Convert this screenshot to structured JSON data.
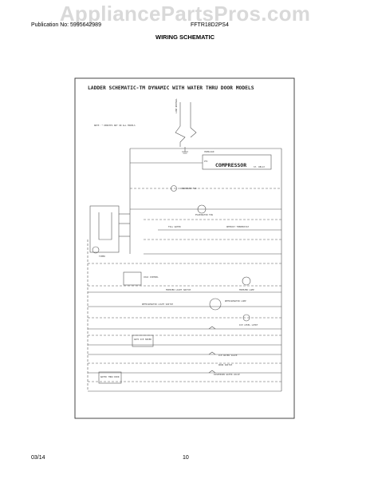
{
  "watermark": "AppliancePartsPros.com",
  "header": {
    "publication": "Publication No: 5995642989",
    "model": "FFTR18D2PS4",
    "sheet_title": "WIRING SCHEMATIC"
  },
  "schematic": {
    "title": "LADDER SCHEMATIC-TM DYNAMIC WITH WATER THRU DOOR MODELS",
    "labels": {
      "line_neutral": "LINE NEUTRAL",
      "note": "NOTE: * DENOTES NOT ON ALL MODELS",
      "overload": "OVERLOAD",
      "ptc": "PTC",
      "compressor": "COMPRESSOR",
      "start_relay": "ST. RELAY",
      "condenser_fan": "CONDENSER FAN",
      "evaporator_fan": "EVAPORATOR FAN",
      "fill_water": "FILL WATER",
      "defrost_thermostat": "DEFROST THERMOSTAT",
      "timer": "TIMER",
      "cold_control": "COLD CONTROL",
      "freezer_light_switch": "FREEZER LIGHT SWITCH",
      "freezer_lamp": "FREEZER LAMP",
      "refrigerator_light_switch": "REFRIGERATOR LIGHT SWITCH",
      "refrigerator_lamp": "REFRIGERATOR LAMP",
      "ice_level_limit": "ICE LEVEL LIMIT",
      "auto_ice_maker": "AUTO ICE MAKER",
      "ice_water_valve": "ICE WATER VALVE",
      "door_switch": "DOOR SWITCH",
      "water_thru_door": "WATER THRU DOOR",
      "dispenser_water_valve": "DISPENSER WATER VALVE"
    }
  },
  "footer": {
    "date": "03/14",
    "page": "10"
  }
}
